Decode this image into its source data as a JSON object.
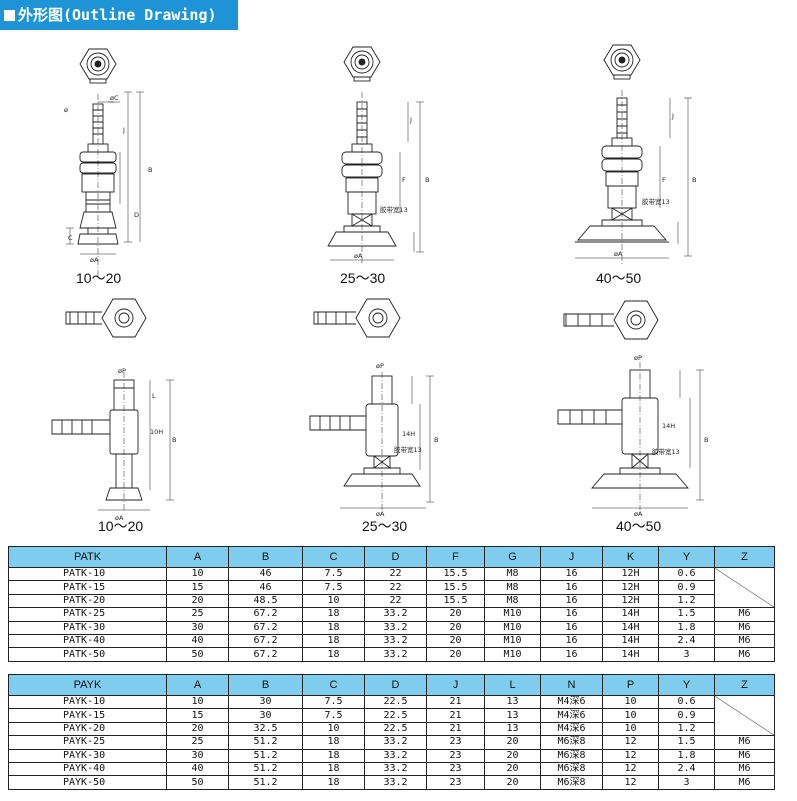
{
  "header": {
    "title": "外形图(Outline Drawing)"
  },
  "drawings": {
    "front_views": [
      "10～20",
      "25～30",
      "40～50"
    ],
    "side_views": [
      "10～20",
      "25～30",
      "40～50"
    ],
    "dim_labels": {
      "A": "øA",
      "P": "øP",
      "H": "øH",
      "C": "øC",
      "hex": "14H",
      "hex_small": "10H",
      "adhesive": "胶带宽13"
    }
  },
  "patk": {
    "headers": [
      "PATK",
      "A",
      "B",
      "C",
      "D",
      "F",
      "G",
      "J",
      "K",
      "Y",
      "Z"
    ],
    "rows": [
      [
        "PATK-10",
        "10",
        "46",
        "7.5",
        "22",
        "15.5",
        "M8",
        "16",
        "12H",
        "0.6",
        ""
      ],
      [
        "PATK-15",
        "15",
        "46",
        "7.5",
        "22",
        "15.5",
        "M8",
        "16",
        "12H",
        "0.9",
        ""
      ],
      [
        "PATK-20",
        "20",
        "48.5",
        "10",
        "22",
        "15.5",
        "M8",
        "16",
        "12H",
        "1.2",
        ""
      ],
      [
        "PATK-25",
        "25",
        "67.2",
        "18",
        "33.2",
        "20",
        "M10",
        "16",
        "14H",
        "1.5",
        "M6"
      ],
      [
        "PATK-30",
        "30",
        "67.2",
        "18",
        "33.2",
        "20",
        "M10",
        "16",
        "14H",
        "1.8",
        "M6"
      ],
      [
        "PATK-40",
        "40",
        "67.2",
        "18",
        "33.2",
        "20",
        "M10",
        "16",
        "14H",
        "2.4",
        "M6"
      ],
      [
        "PATK-50",
        "50",
        "67.2",
        "18",
        "33.2",
        "20",
        "M10",
        "16",
        "14H",
        "3",
        "M6"
      ]
    ]
  },
  "payk": {
    "headers": [
      "PAYK",
      "A",
      "B",
      "C",
      "D",
      "J",
      "L",
      "N",
      "P",
      "Y",
      "Z"
    ],
    "rows": [
      [
        "PAYK-10",
        "10",
        "30",
        "7.5",
        "22.5",
        "21",
        "13",
        "M4深6",
        "10",
        "0.6",
        ""
      ],
      [
        "PAYK-15",
        "15",
        "30",
        "7.5",
        "22.5",
        "21",
        "13",
        "M4深6",
        "10",
        "0.9",
        ""
      ],
      [
        "PAYK-20",
        "20",
        "32.5",
        "10",
        "22.5",
        "21",
        "13",
        "M4深6",
        "10",
        "1.2",
        ""
      ],
      [
        "PAYK-25",
        "25",
        "51.2",
        "18",
        "33.2",
        "23",
        "20",
        "M6深8",
        "12",
        "1.5",
        "M6"
      ],
      [
        "PAYK-30",
        "30",
        "51.2",
        "18",
        "33.2",
        "23",
        "20",
        "M6深8",
        "12",
        "1.8",
        "M6"
      ],
      [
        "PAYK-40",
        "40",
        "51.2",
        "18",
        "33.2",
        "23",
        "20",
        "M6深8",
        "12",
        "2.4",
        "M6"
      ],
      [
        "PAYK-50",
        "50",
        "51.2",
        "18",
        "33.2",
        "23",
        "20",
        "M6深8",
        "12",
        "3",
        "M6"
      ]
    ]
  }
}
